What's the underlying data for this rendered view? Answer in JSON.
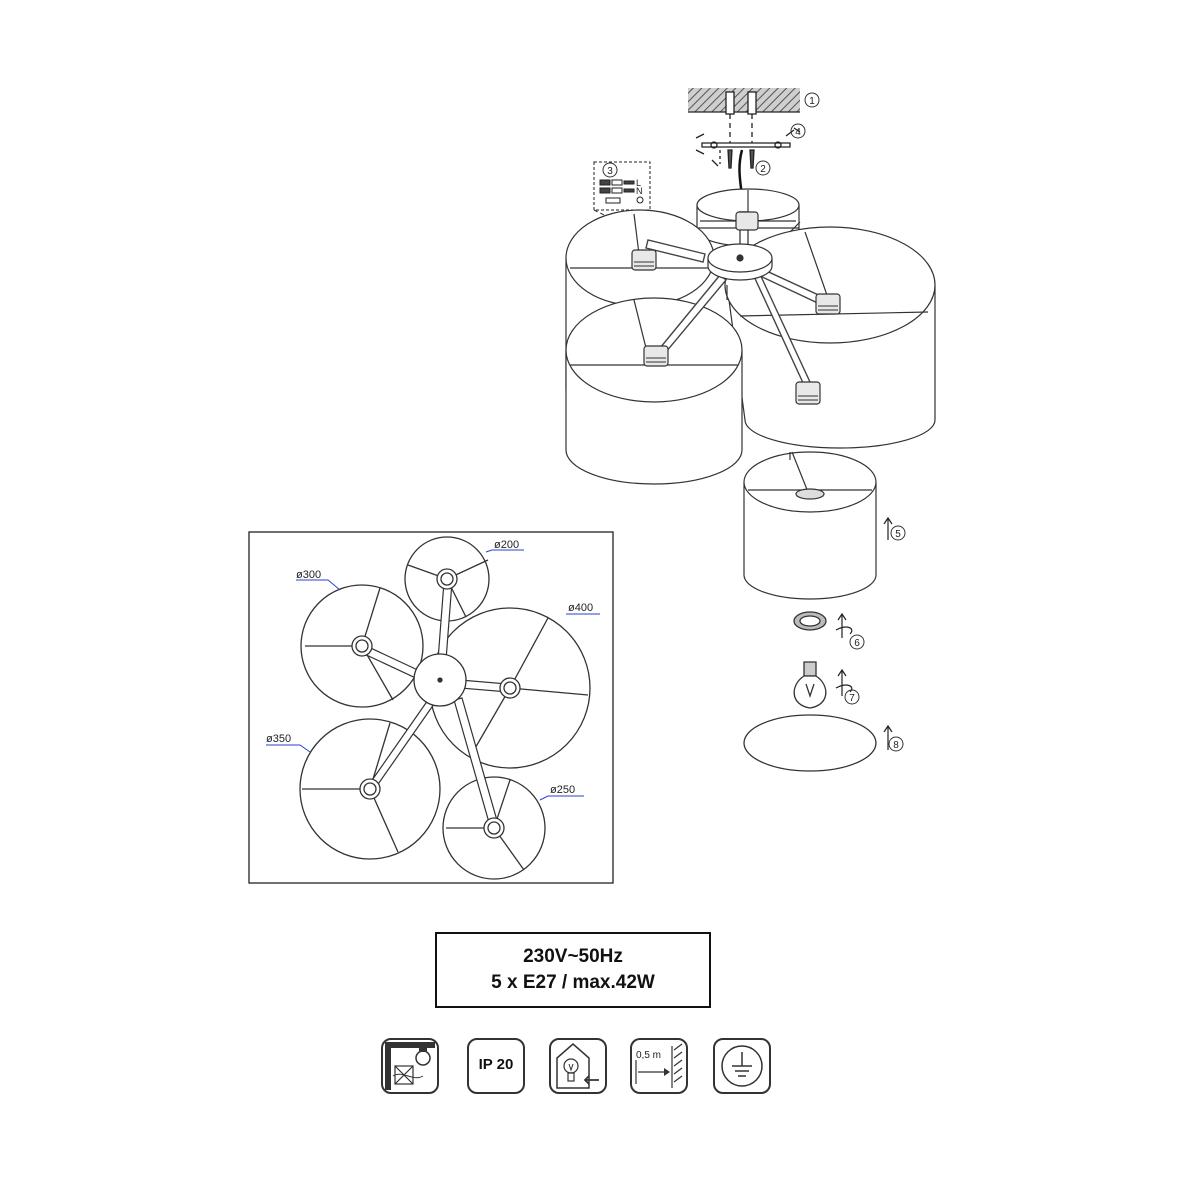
{
  "steps": [
    "1",
    "2",
    "3",
    "4",
    "5",
    "6",
    "7",
    "8"
  ],
  "wiring": {
    "live": "L",
    "neutral": "N"
  },
  "diameters": [
    "ø200",
    "ø300",
    "ø400",
    "ø350",
    "ø250"
  ],
  "spec": {
    "line1": "230V~50Hz",
    "line2": "5 x E27 / max.42W"
  },
  "icons": [
    {
      "name": "no-insulation-cover-icon"
    },
    {
      "name": "ip-rating-icon",
      "label": "IP 20"
    },
    {
      "name": "bulb-replace-icon"
    },
    {
      "name": "min-distance-icon",
      "label": "0,5 m"
    },
    {
      "name": "protective-earth-icon"
    }
  ]
}
